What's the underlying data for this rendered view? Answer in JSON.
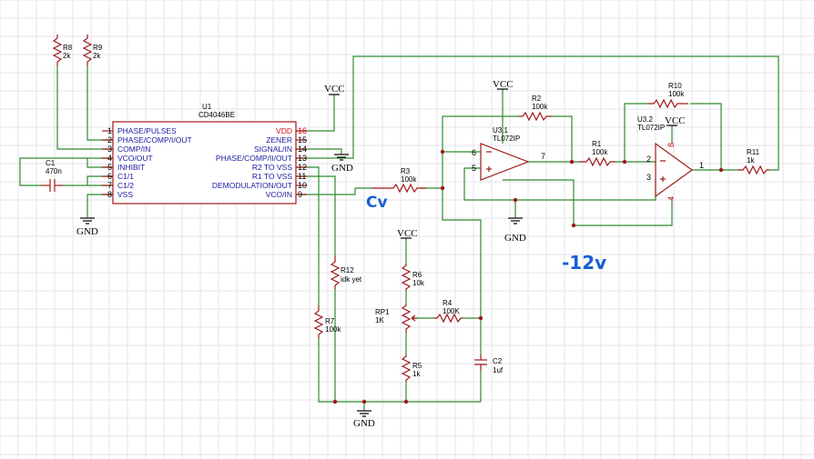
{
  "ic": {
    "ref": "U1",
    "part": "CD4046BE",
    "left_pins": [
      {
        "num": "1",
        "name": "PHASE/PULSES"
      },
      {
        "num": "2",
        "name": "PHASE/COMP/I/OUT"
      },
      {
        "num": "3",
        "name": "COMP/IN"
      },
      {
        "num": "4",
        "name": "VCO/OUT"
      },
      {
        "num": "5",
        "name": "INHIBIT"
      },
      {
        "num": "6",
        "name": "C1/1"
      },
      {
        "num": "7",
        "name": "C1/2"
      },
      {
        "num": "8",
        "name": "VSS"
      }
    ],
    "right_pins": [
      {
        "num": "16",
        "name": "VDD"
      },
      {
        "num": "15",
        "name": "ZENER"
      },
      {
        "num": "14",
        "name": "SIGNAL/IN"
      },
      {
        "num": "13",
        "name": "PHASE/COMP/II/OUT"
      },
      {
        "num": "12",
        "name": "R2 TO VSS"
      },
      {
        "num": "11",
        "name": "R1 TO VSS"
      },
      {
        "num": "10",
        "name": "DEMODULATION/OUT"
      },
      {
        "num": "9",
        "name": "VCO/IN"
      }
    ]
  },
  "opamps": {
    "u31_ref": "U3.1",
    "u31_part": "TL072IP",
    "u31_pins": [
      "6",
      "5",
      "7"
    ],
    "u32_ref": "U3.2",
    "u32_part": "TL072IP",
    "u32_pins": [
      "2",
      "3",
      "1",
      "8",
      "4"
    ]
  },
  "resistors": {
    "r8": {
      "ref": "R8",
      "val": "2k"
    },
    "r9": {
      "ref": "R9",
      "val": "2k"
    },
    "r2": {
      "ref": "R2",
      "val": "100k"
    },
    "r10": {
      "ref": "R10",
      "val": "100k"
    },
    "r1": {
      "ref": "R1",
      "val": "100k"
    },
    "r11": {
      "ref": "R11",
      "val": "1k"
    },
    "r3": {
      "ref": "R3",
      "val": "100k"
    },
    "r12": {
      "ref": "R12",
      "val": "idk yet"
    },
    "r7": {
      "ref": "R7",
      "val": "100k"
    },
    "r6": {
      "ref": "R6",
      "val": "10k"
    },
    "r4": {
      "ref": "R4",
      "val": "100K"
    },
    "r5": {
      "ref": "R5",
      "val": "1k"
    },
    "rp1": {
      "ref": "RP1",
      "val": "1K"
    }
  },
  "capacitors": {
    "c1": {
      "ref": "C1",
      "val": "470n"
    },
    "c2": {
      "ref": "C2",
      "val": "1uf"
    }
  },
  "power": {
    "vcc": "VCC",
    "gnd": "GND"
  },
  "annotations": {
    "cv": "Cv",
    "neg12": "-12v"
  },
  "colors": {
    "wire": "#2e8b2e",
    "component": "#a01818",
    "pin_label": "#1a1aa0",
    "handwriting": "#1a5fd0",
    "grid": "#e3e3ec"
  }
}
